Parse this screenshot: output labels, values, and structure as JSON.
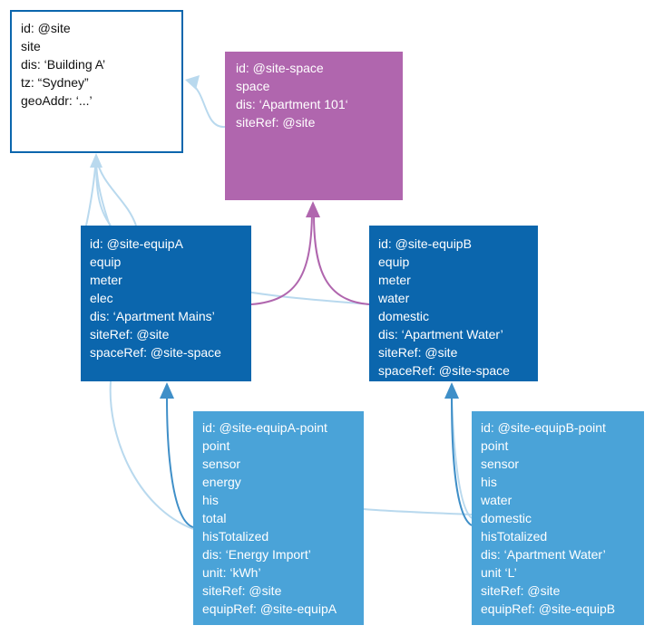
{
  "nodes": {
    "site": [
      "id: @site",
      "site",
      "dis: ‘Building A’",
      "tz: “Sydney”",
      "geoAddr: ‘...’"
    ],
    "space": [
      "id: @site-space",
      "space",
      "dis: ‘Apartment 101‘",
      "siteRef: @site"
    ],
    "equipA": [
      "id: @site-equipA",
      "equip",
      "meter",
      "elec",
      "dis: ‘Apartment Mains’",
      "siteRef: @site",
      "spaceRef: @site-space"
    ],
    "equipB": [
      "id: @site-equipB",
      "equip",
      "meter",
      "water",
      "domestic",
      "dis: ‘Apartment Water’",
      "siteRef: @site",
      "spaceRef: @site-space"
    ],
    "pointA": [
      "id: @site-equipA-point",
      "point",
      "sensor",
      "energy",
      "his",
      "total",
      "hisTotalized",
      "dis: ‘Energy Import’",
      "unit: ‘kWh’",
      "siteRef: @site",
      "equipRef: @site-equipA"
    ],
    "pointB": [
      "id: @site-equipB-point",
      "point",
      "sensor",
      "his",
      "water",
      "domestic",
      "hisTotalized",
      "dis: ‘Apartment Water’",
      "unit ‘L’",
      "siteRef: @site",
      "equipRef: @site-equipB"
    ]
  },
  "colors": {
    "site_border": "#0b66ad",
    "space_fill": "#b066ae",
    "equip_fill": "#0b66ad",
    "point_fill": "#4aa3d8",
    "site_ref_line": "#b9d9ee",
    "space_ref_line": "#b066ae",
    "equip_ref_line": "#3f8fc8"
  }
}
